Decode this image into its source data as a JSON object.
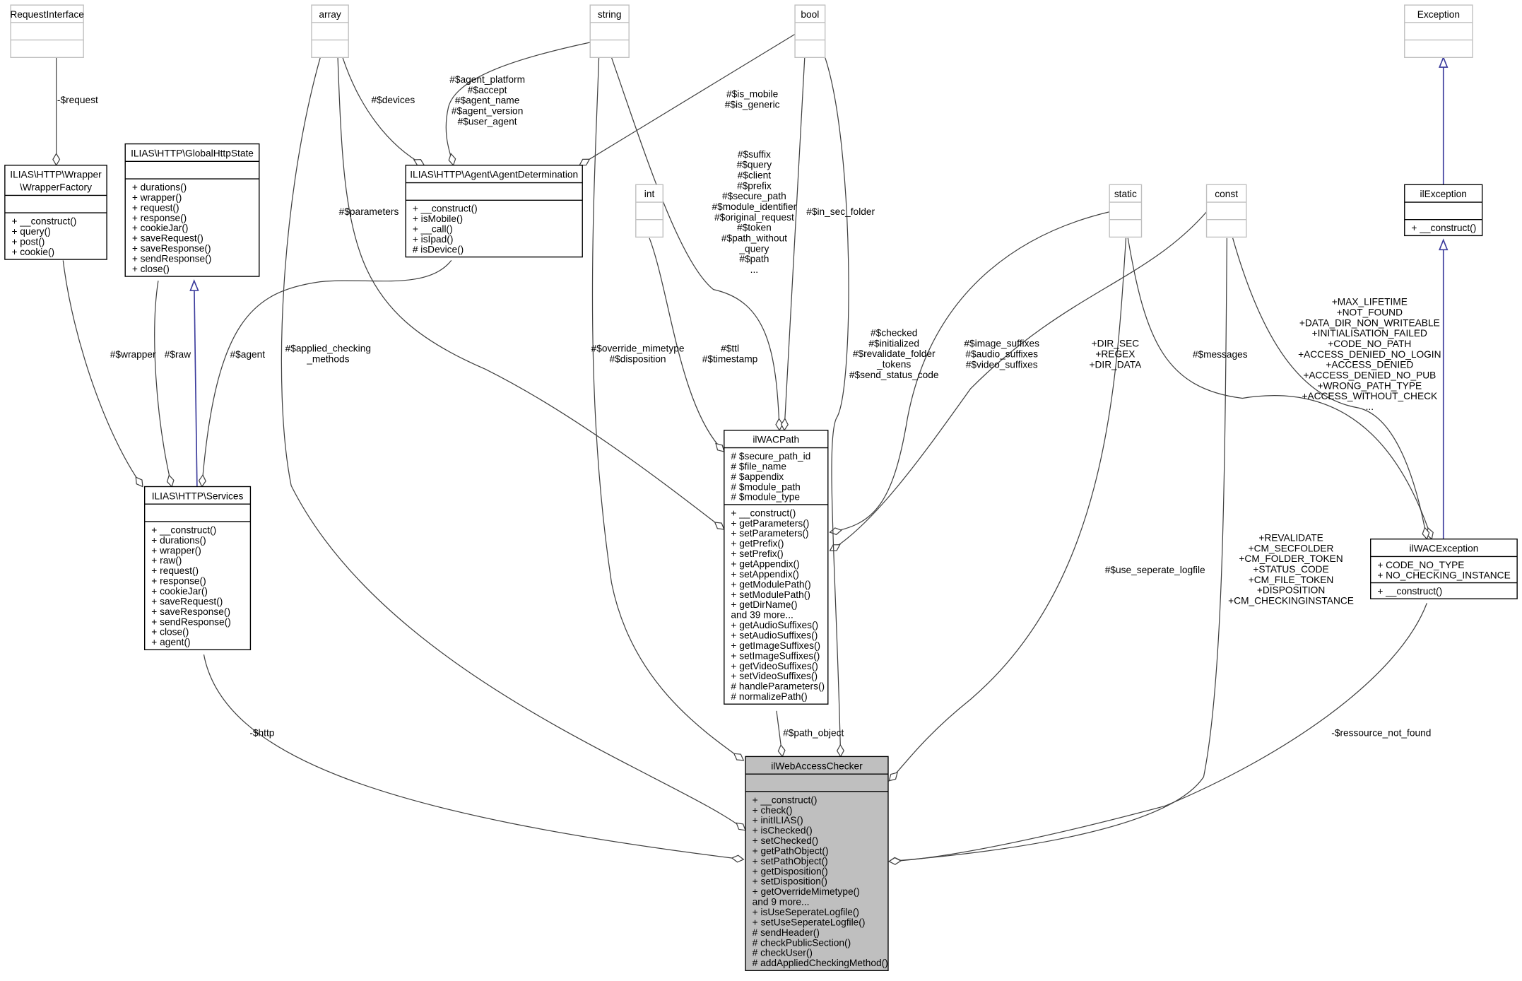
{
  "diagram": {
    "colors": {
      "focus_fill": "#bfbfbf",
      "external_border": "#bfbfbf",
      "node_border": "#000000",
      "edge_usage": "#404040",
      "edge_inheritance": "#3b3b9c"
    },
    "nodes": [
      {
        "id": "RequestInterface",
        "title": [
          "RequestInterface"
        ],
        "external": true,
        "attrs": [],
        "methods": []
      },
      {
        "id": "array",
        "title": [
          "array"
        ],
        "external": true,
        "attrs": [],
        "methods": []
      },
      {
        "id": "string",
        "title": [
          "string"
        ],
        "external": true,
        "attrs": [],
        "methods": []
      },
      {
        "id": "bool",
        "title": [
          "bool"
        ],
        "external": true,
        "attrs": [],
        "methods": []
      },
      {
        "id": "Exception",
        "title": [
          "Exception"
        ],
        "external": true,
        "attrs": [],
        "methods": []
      },
      {
        "id": "int",
        "title": [
          "int"
        ],
        "external": true,
        "attrs": [],
        "methods": []
      },
      {
        "id": "static",
        "title": [
          "static"
        ],
        "external": true,
        "attrs": [],
        "methods": []
      },
      {
        "id": "const",
        "title": [
          "const"
        ],
        "external": true,
        "attrs": [],
        "methods": []
      },
      {
        "id": "WrapperFactory",
        "title": [
          "ILIAS\\HTTP\\Wrapper",
          "\\WrapperFactory"
        ],
        "attrs": [],
        "methods": [
          "+ __construct()",
          "+ query()",
          "+ post()",
          "+ cookie()"
        ]
      },
      {
        "id": "GlobalHttpState",
        "title": [
          "ILIAS\\HTTP\\GlobalHttpState"
        ],
        "attrs": [],
        "methods": [
          "+ durations()",
          "+ wrapper()",
          "+ request()",
          "+ response()",
          "+ cookieJar()",
          "+ saveRequest()",
          "+ saveResponse()",
          "+ sendResponse()",
          "+ close()"
        ]
      },
      {
        "id": "AgentDetermination",
        "title": [
          "ILIAS\\HTTP\\Agent\\AgentDetermination"
        ],
        "attrs": [],
        "methods": [
          "+ __construct()",
          "+ isMobile()",
          "+ __call()",
          "+ isIpad()",
          "# isDevice()"
        ]
      },
      {
        "id": "ilException",
        "title": [
          "ilException"
        ],
        "attrs": [],
        "methods": [
          "+ __construct()"
        ]
      },
      {
        "id": "Services",
        "title": [
          "ILIAS\\HTTP\\Services"
        ],
        "attrs": [],
        "methods": [
          "+ __construct()",
          "+ durations()",
          "+ wrapper()",
          "+ raw()",
          "+ request()",
          "+ response()",
          "+ cookieJar()",
          "+ saveRequest()",
          "+ saveResponse()",
          "+ sendResponse()",
          "+ close()",
          "+ agent()"
        ]
      },
      {
        "id": "ilWACPath",
        "title": [
          "ilWACPath"
        ],
        "attrs": [
          "# $secure_path_id",
          "# $file_name",
          "# $appendix",
          "# $module_path",
          "# $module_type"
        ],
        "methods": [
          "+ __construct()",
          "+ getParameters()",
          "+ setParameters()",
          "+ getPrefix()",
          "+ setPrefix()",
          "+ getAppendix()",
          "+ setAppendix()",
          "+ getModulePath()",
          "+ setModulePath()",
          "+ getDirName()",
          "and 39 more...",
          "+ getAudioSuffixes()",
          "+ setAudioSuffixes()",
          "+ getImageSuffixes()",
          "+ setImageSuffixes()",
          "+ getVideoSuffixes()",
          "+ setVideoSuffixes()",
          "# handleParameters()",
          "# normalizePath()"
        ]
      },
      {
        "id": "ilWACException",
        "title": [
          "ilWACException"
        ],
        "attrs": [
          "+ CODE_NO_TYPE",
          "+ NO_CHECKING_INSTANCE"
        ],
        "methods": [
          "+ __construct()"
        ]
      },
      {
        "id": "ilWebAccessChecker",
        "title": [
          "ilWebAccessChecker"
        ],
        "focus": true,
        "attrs": [],
        "methods": [
          "+ __construct()",
          "+ check()",
          "+ initILIAS()",
          "+ isChecked()",
          "+ setChecked()",
          "+ getPathObject()",
          "+ setPathObject()",
          "+ getDisposition()",
          "+ setDisposition()",
          "+ getOverrideMimetype()",
          "and 9 more...",
          "+ isUseSeperateLogfile()",
          "+ setUseSeperateLogfile()",
          "# sendHeader()",
          "# checkPublicSection()",
          "# checkUser()",
          "# addAppliedCheckingMethod()"
        ]
      }
    ],
    "edges": [
      {
        "from": "RequestInterface",
        "to": "WrapperFactory",
        "kind": "usage",
        "label": [
          "-$request"
        ]
      },
      {
        "from": "WrapperFactory",
        "to": "Services",
        "kind": "usage",
        "label": [
          "#$wrapper"
        ]
      },
      {
        "from": "GlobalHttpState",
        "to": "Services",
        "kind": "usage",
        "label": [
          "#$raw"
        ]
      },
      {
        "from": "GlobalHttpState",
        "to": "Services",
        "kind": "inheritance",
        "label": []
      },
      {
        "from": "AgentDetermination",
        "to": "Services",
        "kind": "usage",
        "label": [
          "#$agent"
        ]
      },
      {
        "from": "array",
        "to": "AgentDetermination",
        "kind": "usage",
        "label": [
          "#$devices"
        ]
      },
      {
        "from": "string",
        "to": "AgentDetermination",
        "kind": "usage",
        "label": [
          "#$agent_platform",
          "#$accept",
          "#$agent_name",
          "#$agent_version",
          "#$user_agent"
        ]
      },
      {
        "from": "bool",
        "to": "AgentDetermination",
        "kind": "usage",
        "label": [
          "#$is_mobile",
          "#$is_generic"
        ]
      },
      {
        "from": "array",
        "to": "ilWACPath",
        "kind": "usage",
        "label": [
          "#$parameters"
        ]
      },
      {
        "from": "string",
        "to": "ilWACPath",
        "kind": "usage",
        "label": [
          "#$suffix",
          "#$query",
          "#$client",
          "#$prefix",
          "#$secure_path",
          "#$module_identifier",
          "#$original_request",
          "#$token",
          "#$path_without",
          "_query",
          "#$path",
          "..."
        ]
      },
      {
        "from": "bool",
        "to": "ilWACPath",
        "kind": "usage",
        "label": [
          "#$in_sec_folder"
        ]
      },
      {
        "from": "int",
        "to": "ilWACPath",
        "kind": "usage",
        "label": [
          "#$ttl",
          "#$timestamp"
        ]
      },
      {
        "from": "static",
        "to": "ilWACPath",
        "kind": "usage",
        "label": [
          "#$image_suffixes",
          "#$audio_suffixes",
          "#$video_suffixes"
        ]
      },
      {
        "from": "const",
        "to": "ilWACPath",
        "kind": "usage",
        "label": [
          "+DIR_SEC",
          "+REGEX",
          "+DIR_DATA"
        ]
      },
      {
        "from": "array",
        "to": "ilWebAccessChecker",
        "kind": "usage",
        "label": [
          "#$applied_checking",
          "_methods"
        ]
      },
      {
        "from": "string",
        "to": "ilWebAccessChecker",
        "kind": "usage",
        "label": [
          "#$override_mimetype",
          "#$disposition"
        ]
      },
      {
        "from": "ilWACPath",
        "to": "ilWebAccessChecker",
        "kind": "usage",
        "label": [
          "#$path_object"
        ]
      },
      {
        "from": "bool",
        "to": "ilWebAccessChecker",
        "kind": "usage",
        "label": [
          "#$checked",
          "#$initialized",
          "#$revalidate_folder",
          "_tokens",
          "#$send_status_code"
        ]
      },
      {
        "from": "static",
        "to": "ilWebAccessChecker",
        "kind": "usage",
        "label": [
          "#$use_seperate_logfile"
        ]
      },
      {
        "from": "const",
        "to": "ilWebAccessChecker",
        "kind": "usage",
        "label": [
          "+REVALIDATE",
          "+CM_SECFOLDER",
          "+CM_FOLDER_TOKEN",
          "+STATUS_CODE",
          "+CM_FILE_TOKEN",
          "+DISPOSITION",
          "+CM_CHECKINGINSTANCE"
        ]
      },
      {
        "from": "ilWACException",
        "to": "ilWebAccessChecker",
        "kind": "usage",
        "label": [
          "-$ressource_not_found"
        ]
      },
      {
        "from": "static",
        "to": "ilWACException",
        "kind": "usage",
        "label": [
          "#$messages"
        ]
      },
      {
        "from": "const",
        "to": "ilWACException",
        "kind": "usage",
        "label": [
          "+MAX_LIFETIME",
          "+NOT_FOUND",
          "+DATA_DIR_NON_WRITEABLE",
          "+INITIALISATION_FAILED",
          "+CODE_NO_PATH",
          "+ACCESS_DENIED_NO_LOGIN",
          "+ACCESS_DENIED",
          "+ACCESS_DENIED_NO_PUB",
          "+WRONG_PATH_TYPE",
          "+ACCESS_WITHOUT_CHECK",
          "..."
        ]
      },
      {
        "from": "ilException",
        "to": "ilWACException",
        "kind": "inheritance",
        "label": []
      },
      {
        "from": "Exception",
        "to": "ilException",
        "kind": "inheritance",
        "label": []
      },
      {
        "from": "Services",
        "to": "ilWebAccessChecker",
        "kind": "usage",
        "label": [
          "-$http"
        ]
      }
    ]
  }
}
